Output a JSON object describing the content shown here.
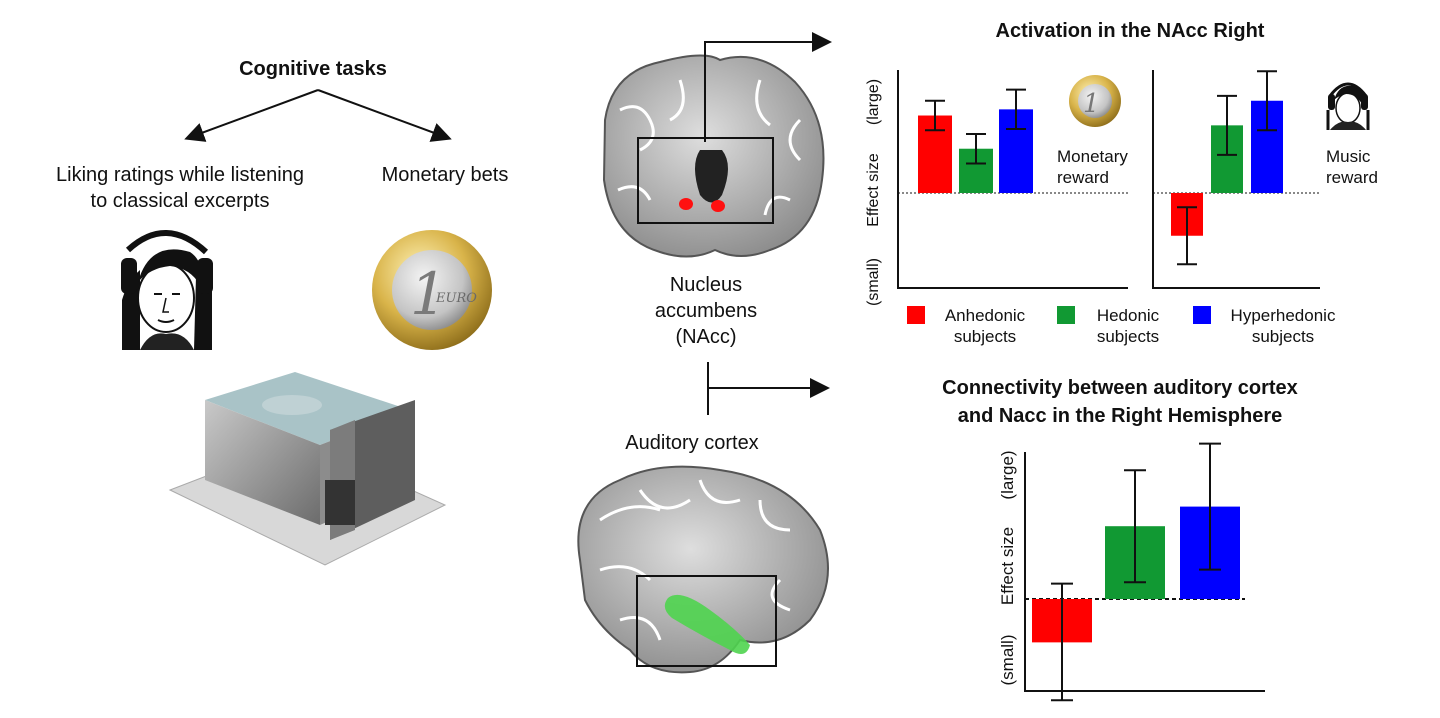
{
  "left": {
    "heading": "Cognitive tasks",
    "task_music": [
      "Liking ratings while listening",
      "to classical excerpts"
    ],
    "task_money": "Monetary bets",
    "coin_text": "EURO",
    "coin_digit": "1"
  },
  "middle": {
    "nacc_label": [
      "Nucleus",
      "accumbens",
      "(NAcc)"
    ],
    "auditory_label": "Auditory cortex"
  },
  "chart_top": {
    "title": "Activation in the NAcc Right",
    "ylabel_large": "(large)",
    "ylabel_mid": "Effect size",
    "ylabel_small": "(small)",
    "panel_monetary_label": [
      "Monetary",
      "reward"
    ],
    "panel_music_label": [
      "Music",
      "reward"
    ]
  },
  "legend": [
    {
      "label": [
        "Anhedonic",
        "subjects"
      ],
      "color": "#ff0000"
    },
    {
      "label": [
        "Hedonic",
        "subjects"
      ],
      "color": "#119933"
    },
    {
      "label": [
        "Hyperhedonic",
        "subjects"
      ],
      "color": "#0000ff"
    }
  ],
  "chart_bottom": {
    "title": [
      "Connectivity between auditory cortex",
      "and Nacc in the Right Hemisphere"
    ],
    "ylabel_large": "(large)",
    "ylabel_mid": "Effect size",
    "ylabel_small": "(small)"
  },
  "chart_data": [
    {
      "type": "bar",
      "panel": "monetary",
      "categories": [
        "Anhedonic subjects",
        "Hedonic subjects",
        "Hyperhedonic subjects"
      ],
      "values": [
        0.63,
        0.36,
        0.68
      ],
      "error": [
        0.12,
        0.12,
        0.16
      ],
      "colors": [
        "#ff0000",
        "#119933",
        "#0000ff"
      ],
      "ylim": [
        -0.8,
        1.0
      ]
    },
    {
      "type": "bar",
      "panel": "music",
      "categories": [
        "Anhedonic subjects",
        "Hedonic subjects",
        "Hyperhedonic subjects"
      ],
      "values": [
        -0.36,
        0.55,
        0.75
      ],
      "error": [
        0.24,
        0.24,
        0.24
      ],
      "colors": [
        "#ff0000",
        "#119933",
        "#0000ff"
      ],
      "ylim": [
        -0.8,
        1.0
      ]
    },
    {
      "type": "bar",
      "panel": "connectivity",
      "categories": [
        "Anhedonic subjects",
        "Hedonic subjects",
        "Hyperhedonic subjects"
      ],
      "values": [
        -0.33,
        0.52,
        0.66
      ],
      "error": [
        0.44,
        0.4,
        0.45
      ],
      "colors": [
        "#ff0000",
        "#119933",
        "#0000ff"
      ],
      "ylim": [
        -0.7,
        1.05
      ]
    }
  ]
}
